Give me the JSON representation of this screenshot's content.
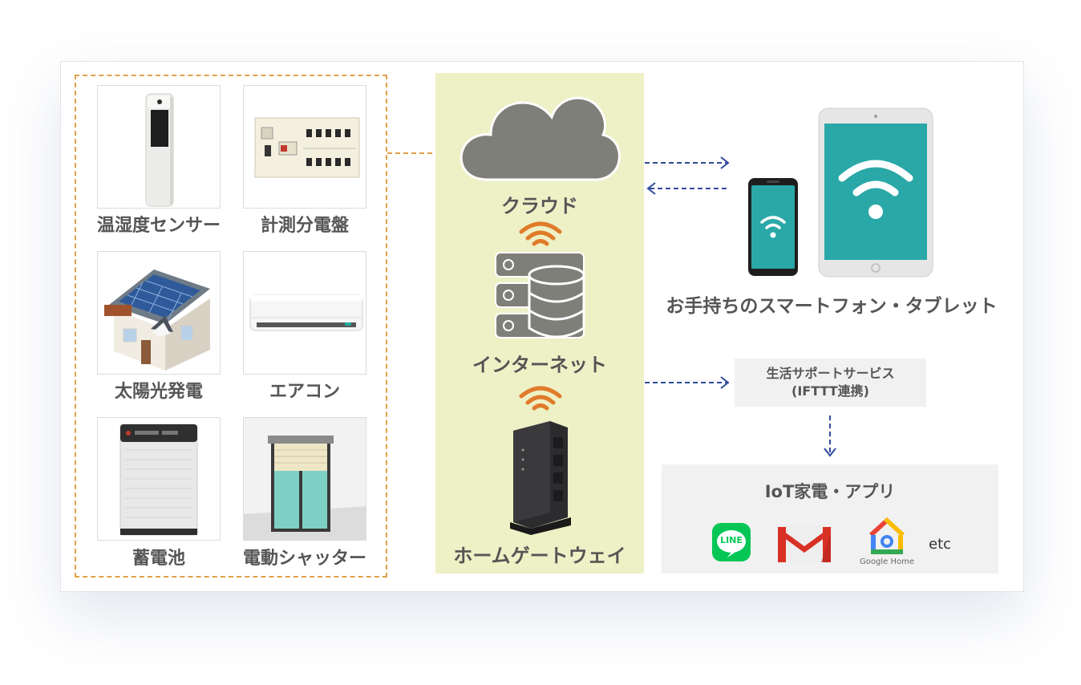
{
  "devices": [
    {
      "id": "sensor",
      "label": "温湿度センサー"
    },
    {
      "id": "panel",
      "label": "計測分電盤"
    },
    {
      "id": "solar",
      "label": "太陽光発電"
    },
    {
      "id": "aircon",
      "label": "エアコン"
    },
    {
      "id": "battery",
      "label": "蓄電池"
    },
    {
      "id": "shutter",
      "label": "電動シャッター"
    }
  ],
  "network": {
    "cloud_label": "クラウド",
    "internet_label": "インターネット",
    "gateway_label": "ホームゲートウェイ"
  },
  "mobile": {
    "label": "お手持ちのスマートフォン・タブレット"
  },
  "service": {
    "line1": "生活サポートサービス",
    "line2": "(IFTTT連携)"
  },
  "apps": {
    "title": "IoT家電・アプリ",
    "line_logo_text": "LINE",
    "google_home_text": "Google Home",
    "etc_label": "etc"
  },
  "colors": {
    "dashed_orange": "#e0a04a",
    "network_bg": "#eef0c6",
    "arrow_blue": "#2e4a9a",
    "wifi_orange": "#e07b2a",
    "cloud_gray": "#7f7f7a",
    "teal_screen": "#2aa8a8"
  }
}
